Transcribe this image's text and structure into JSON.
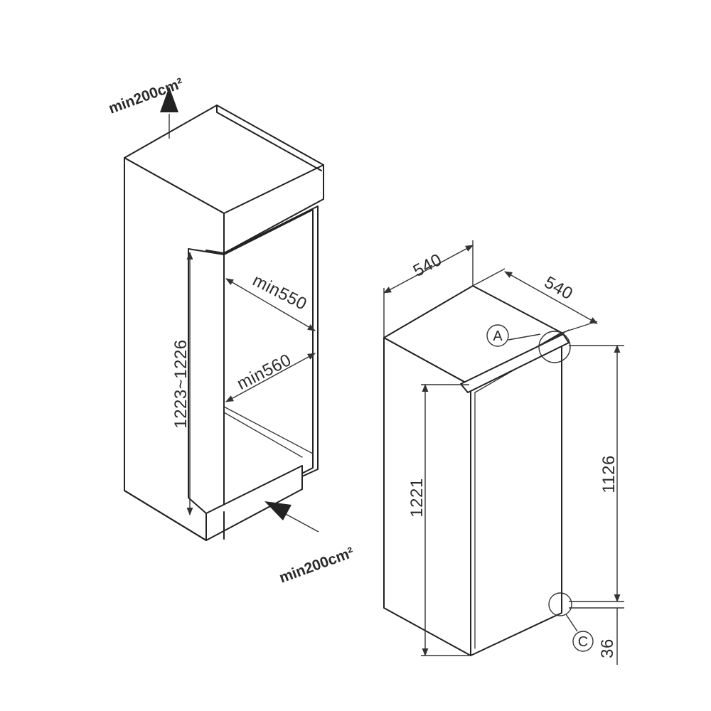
{
  "diagram": {
    "colors": {
      "line": "#222222",
      "background": "#ffffff"
    },
    "installation_niche": {
      "vent_top": "min200cm²",
      "vent_bottom": "min200cm²",
      "height_label": "1223~1226",
      "depth_label": "min550",
      "width_label": "min560"
    },
    "appliance": {
      "depth_label": "540",
      "width_label": "540",
      "height_label": "1221",
      "door_height_label": "1126",
      "bottom_offset_label": "36",
      "marker_a": "A",
      "marker_c": "C"
    }
  }
}
